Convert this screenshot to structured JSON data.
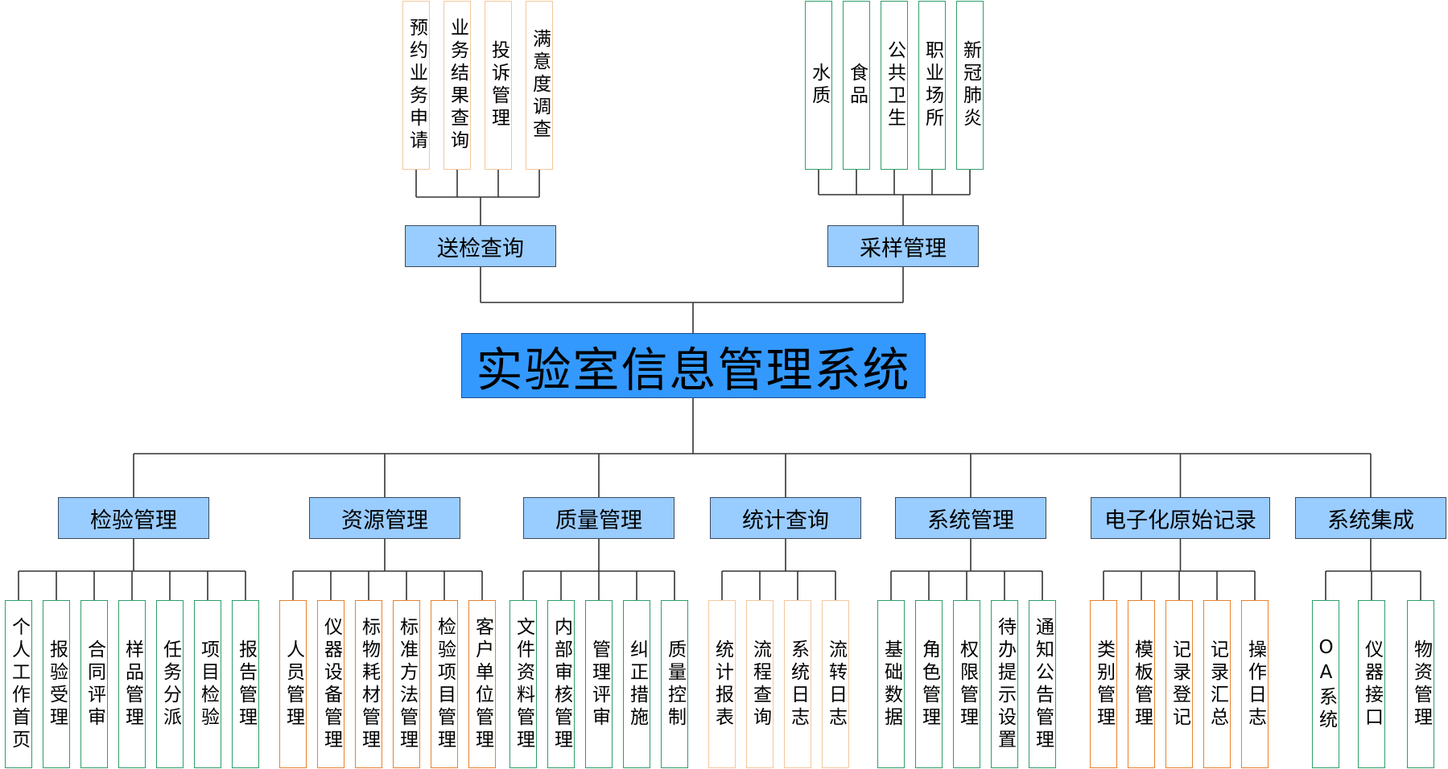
{
  "colors": {
    "root_fill": "#3399ff",
    "node_fill": "#99ccff",
    "green": "#2e9e6b",
    "orange": "#e8822e",
    "peach": "#f3c79d"
  },
  "root": {
    "label": "实验室信息管理系统"
  },
  "top_groups": [
    {
      "label": "送检查询",
      "children": [
        "预约业务申请",
        "业务结果查询",
        "投诉管理",
        "满意度调查"
      ],
      "border": "peach"
    },
    {
      "label": "采样管理",
      "children": [
        "水质",
        "食品",
        "公共卫生",
        "职业场所",
        "新冠肺炎"
      ],
      "border": "green"
    }
  ],
  "bottom_groups": [
    {
      "label": "检验管理",
      "children": [
        "个人工作首页",
        "报验受理",
        "合同评审",
        "样品管理",
        "任务分派",
        "项目检验",
        "报告管理"
      ],
      "border": "green"
    },
    {
      "label": "资源管理",
      "children": [
        "人员管理",
        "仪器设备管理",
        "标物耗材管理",
        "标准方法管理",
        "检验项目管理",
        "客户单位管理"
      ],
      "border": "orange"
    },
    {
      "label": "质量管理",
      "children": [
        "文件资料管理",
        "内部审核管理",
        "管理评审",
        "纠正措施",
        "质量控制"
      ],
      "border": "green"
    },
    {
      "label": "统计查询",
      "children": [
        "统计报表",
        "流程查询",
        "系统日志",
        "流转日志"
      ],
      "border": "peach"
    },
    {
      "label": "系统管理",
      "children": [
        "基础数据",
        "角色管理",
        "权限管理",
        "待办提示设置",
        "通知公告管理"
      ],
      "border": "green"
    },
    {
      "label": "电子化原始记录",
      "children": [
        "类别管理",
        "模板管理",
        "记录登记",
        "记录汇总",
        "操作日志"
      ],
      "border": "orange"
    },
    {
      "label": "系统集成",
      "children": [
        "OA系统",
        "仪器接口",
        "物资管理"
      ],
      "border": "green"
    }
  ]
}
